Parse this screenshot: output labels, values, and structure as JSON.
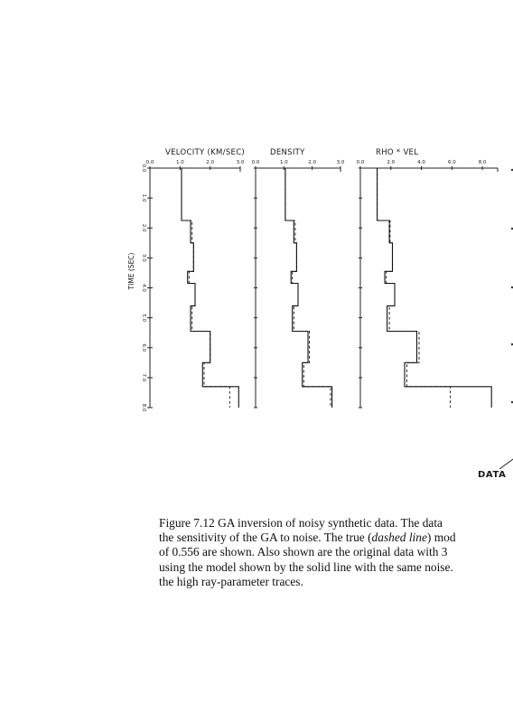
{
  "figure": {
    "panels": [
      {
        "title": "VELOCITY (KM/SEC)",
        "ticks": [
          "0.0",
          "1.0",
          "2.0",
          "3.0"
        ]
      },
      {
        "title": "DENSITY",
        "ticks": [
          "0.0",
          "1.0",
          "2.0",
          "3.0"
        ]
      },
      {
        "title": "RHO * VEL",
        "ticks": [
          "0.0",
          "2.0",
          "4.0",
          "6.0",
          "8.0"
        ]
      }
    ],
    "y_axis": {
      "label": "TIME (SEC)",
      "ticks": [
        "0.0",
        "1.0",
        "2.0",
        "3.0",
        "4.0",
        "5.0",
        "6.0",
        "7.0",
        "8.0"
      ]
    },
    "right_label": "DATA"
  },
  "chart_data": [
    {
      "type": "line",
      "title": "VELOCITY (KM/SEC)",
      "xlim": [
        0,
        3
      ],
      "ylim": [
        0,
        8
      ],
      "ylabel": "TIME (SEC)",
      "series": [
        {
          "style": "solid",
          "steps": [
            [
              0,
              1.05
            ],
            [
              1.0,
              1.05
            ],
            [
              1.75,
              1.35
            ],
            [
              2.1,
              1.35
            ],
            [
              2.5,
              1.45
            ],
            [
              3.45,
              1.25
            ],
            [
              3.85,
              1.5
            ],
            [
              4.6,
              1.35
            ],
            [
              5.45,
              2.0
            ],
            [
              6.5,
              1.75
            ],
            [
              7.3,
              2.95
            ],
            [
              8.0,
              2.95
            ]
          ]
        },
        {
          "style": "dashed",
          "steps": [
            [
              0,
              1.05
            ],
            [
              1.0,
              1.05
            ],
            [
              1.75,
              1.4
            ],
            [
              2.1,
              1.4
            ],
            [
              2.5,
              1.45
            ],
            [
              3.45,
              1.3
            ],
            [
              3.85,
              1.5
            ],
            [
              4.6,
              1.4
            ],
            [
              5.45,
              2.0
            ],
            [
              6.5,
              1.8
            ],
            [
              7.3,
              2.65
            ],
            [
              8.0,
              2.65
            ]
          ]
        }
      ]
    },
    {
      "type": "line",
      "title": "DENSITY",
      "xlim": [
        0,
        3
      ],
      "ylim": [
        0,
        8
      ],
      "series": [
        {
          "style": "solid",
          "steps": [
            [
              0,
              1.05
            ],
            [
              1.0,
              1.05
            ],
            [
              1.75,
              1.35
            ],
            [
              2.1,
              1.35
            ],
            [
              2.5,
              1.45
            ],
            [
              3.45,
              1.25
            ],
            [
              3.85,
              1.5
            ],
            [
              4.6,
              1.3
            ],
            [
              5.45,
              1.85
            ],
            [
              6.5,
              1.65
            ],
            [
              7.3,
              2.7
            ],
            [
              8.0,
              2.7
            ]
          ]
        },
        {
          "style": "dashed",
          "steps": [
            [
              0,
              1.05
            ],
            [
              1.0,
              1.05
            ],
            [
              1.75,
              1.4
            ],
            [
              2.1,
              1.4
            ],
            [
              2.5,
              1.45
            ],
            [
              3.45,
              1.3
            ],
            [
              3.85,
              1.5
            ],
            [
              4.6,
              1.35
            ],
            [
              5.45,
              1.9
            ],
            [
              6.5,
              1.7
            ],
            [
              7.3,
              2.65
            ],
            [
              8.0,
              2.65
            ]
          ]
        }
      ]
    },
    {
      "type": "line",
      "title": "RHO * VEL",
      "xlim": [
        0,
        9
      ],
      "ylim": [
        0,
        8
      ],
      "series": [
        {
          "style": "solid",
          "steps": [
            [
              0,
              1.1
            ],
            [
              1.0,
              1.1
            ],
            [
              1.75,
              1.9
            ],
            [
              2.1,
              1.9
            ],
            [
              2.5,
              2.1
            ],
            [
              3.45,
              1.6
            ],
            [
              3.85,
              2.25
            ],
            [
              4.6,
              1.75
            ],
            [
              5.45,
              3.7
            ],
            [
              6.5,
              2.9
            ],
            [
              7.3,
              8.6
            ],
            [
              8.0,
              8.6
            ]
          ]
        },
        {
          "style": "dashed",
          "steps": [
            [
              0,
              1.1
            ],
            [
              1.0,
              1.1
            ],
            [
              1.75,
              1.95
            ],
            [
              2.1,
              1.95
            ],
            [
              2.5,
              2.1
            ],
            [
              3.45,
              1.7
            ],
            [
              3.85,
              2.25
            ],
            [
              4.6,
              1.9
            ],
            [
              5.45,
              3.85
            ],
            [
              6.5,
              3.05
            ],
            [
              7.3,
              5.9
            ],
            [
              8.0,
              5.9
            ]
          ]
        }
      ]
    }
  ],
  "caption": {
    "lines": [
      [
        {
          "t": "Figure 7.12  GA inversion of noisy synthetic data. The data"
        }
      ],
      [
        {
          "t": "the sensitivity of the GA to noise. The true ("
        },
        {
          "t": "dashed line",
          "i": true
        },
        {
          "t": ") mod"
        }
      ],
      [
        {
          "t": "of 0.556 are shown. Also shown are the original data with 3"
        }
      ],
      [
        {
          "t": "using the model shown by the solid line with the same noise."
        }
      ],
      [
        {
          "t": "the high ray-parameter traces."
        }
      ]
    ]
  }
}
